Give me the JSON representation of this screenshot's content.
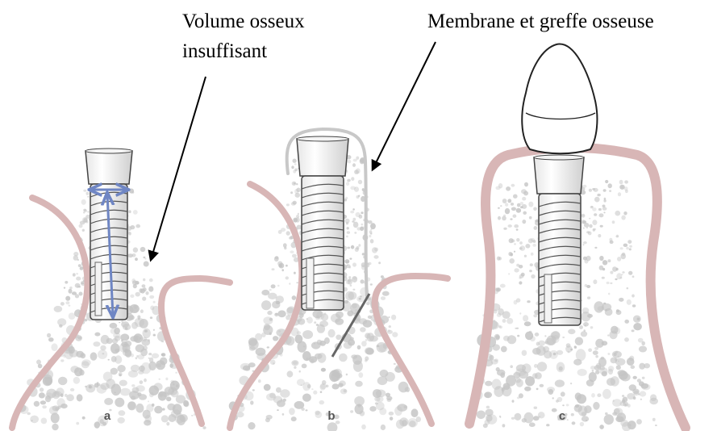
{
  "annotations": {
    "volume_line1": "Volume osseux",
    "volume_line2": "insuffisant",
    "membrane": "Membrane et greffe osseuse"
  },
  "panels": [
    {
      "letter": "a"
    },
    {
      "letter": "b"
    },
    {
      "letter": "c"
    }
  ],
  "colors": {
    "gum": "#d8b6b6",
    "bone_dots": "#c4c4c4",
    "implant_stroke": "#444444",
    "measure_arrow": "#6f86c4",
    "membrane": "#c8c8c8",
    "pointer": "#000000"
  }
}
